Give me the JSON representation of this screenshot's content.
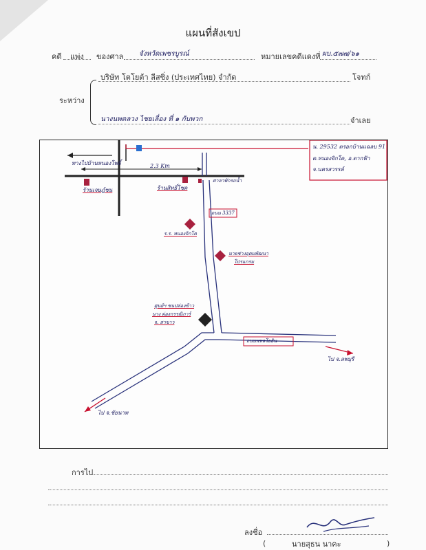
{
  "doc_title": "แผนที่สังเขป",
  "header": {
    "case_label": "คดี",
    "case_type": "แพ่ง",
    "court_label": "ของศาล",
    "court_name": "จังหวัดเพชรบูรณ์",
    "black_case_label": "หมายเลขคดีแดงที่",
    "black_case_no": "ผบ.๕๗๗/๖๑"
  },
  "parties": {
    "between_label": "ระหว่าง",
    "plaintiff": "บริษัท โตโยต้า ลีสซิ่ง (ประเทศไทย) จำกัด",
    "plaintiff_role": "โจทก์",
    "defendant": "นางนพดลวง ไชยเลื่อง ที่ ๑ กับพวก",
    "defendant_role": "จำเลย"
  },
  "map": {
    "address_box": [
      "น. 29532 ตรอกบ้านแฉลบ 91",
      "ต.หนองจิกโค, อ.ตากฟ้า",
      "จ.นครสวรรค์"
    ],
    "to_left_label": "ทางไปบ้านหนองโพธิ์",
    "distance_label": "2.3 Km",
    "shop1": "ร้านเจษฎ์ชน",
    "shop2": "ร้านสิทธิ์โชค",
    "landmark_top": "ศาลาพักรถน้ำ",
    "road_number": "ถนน 3337",
    "school": "ร.ร. หนองจิกโค",
    "supermarket": [
      "นายช่างอุดมพัฒนา",
      "โปรแกรม"
    ],
    "health_center": [
      "ศูนย์ฯ ชนปล่องข้าว",
      "นาง ผ่องกรรณิการ์",
      "จ. สาขาว"
    ],
    "road_highway": "ถนนพหลโยธิน",
    "to_right_label": "ไป จ.ลพบุรี",
    "to_bottom_label": "ไป จ.ชัยนาท"
  },
  "footer": {
    "directions_label": "การไป",
    "sign_label": "ลงชื่อ",
    "signer_name": "นายสุธน นาคะ",
    "paren_open": "(",
    "paren_close": ")"
  },
  "colors": {
    "road": "#27307a",
    "red": "#c8102e",
    "marker": "#a8213f"
  }
}
